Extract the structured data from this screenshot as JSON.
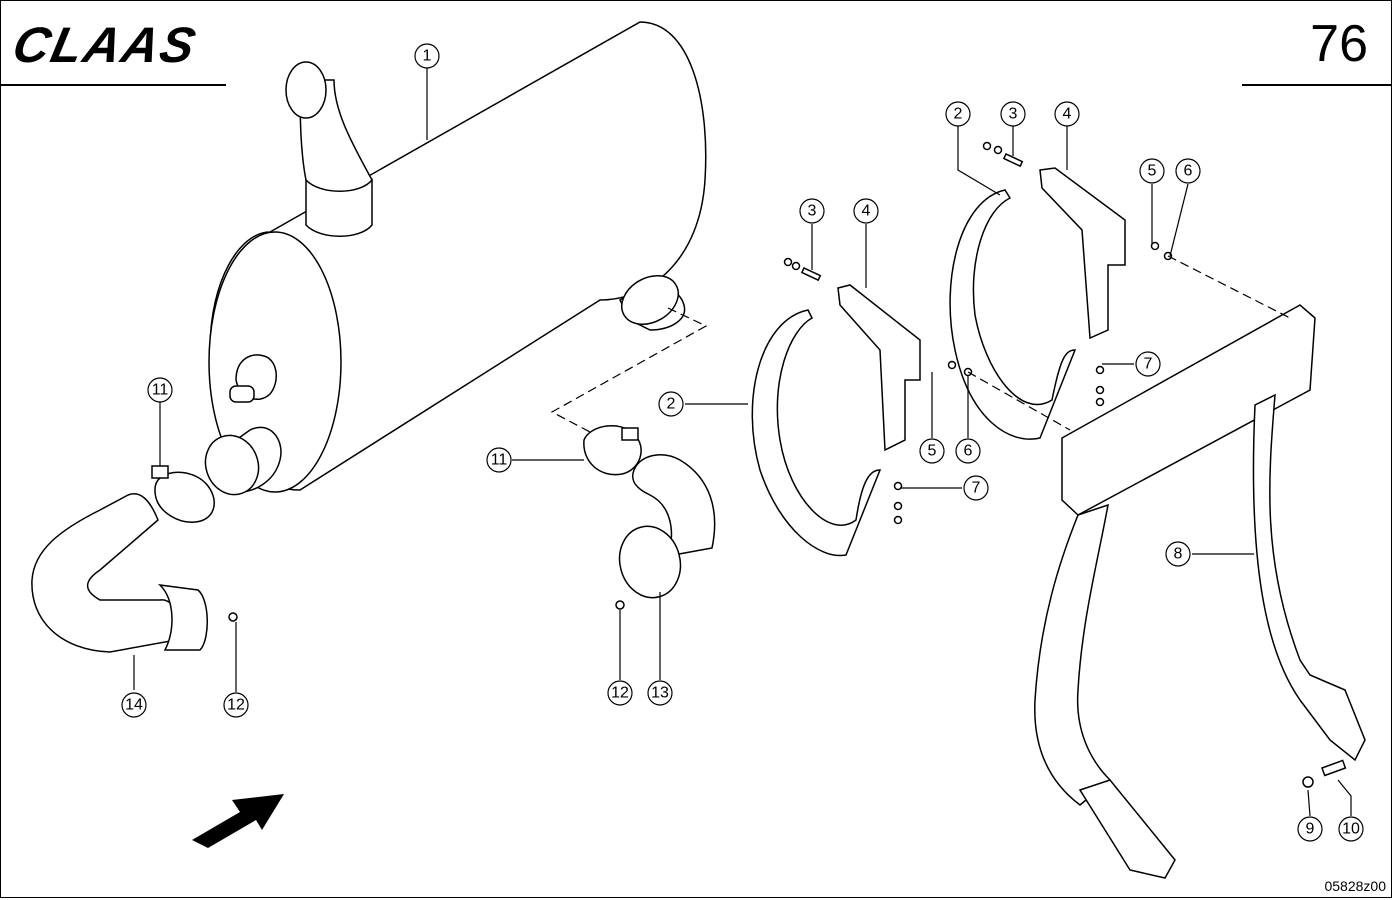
{
  "header": {
    "logo_text": "CLAAS",
    "page_number": "76"
  },
  "footer": {
    "drawing_code": "05828z00"
  },
  "callouts": [
    {
      "id": "c1",
      "label": "1"
    },
    {
      "id": "c2a",
      "label": "2"
    },
    {
      "id": "c2b",
      "label": "2"
    },
    {
      "id": "c3a",
      "label": "3"
    },
    {
      "id": "c3b",
      "label": "3"
    },
    {
      "id": "c4a",
      "label": "4"
    },
    {
      "id": "c4b",
      "label": "4"
    },
    {
      "id": "c5a",
      "label": "5"
    },
    {
      "id": "c5b",
      "label": "5"
    },
    {
      "id": "c6a",
      "label": "6"
    },
    {
      "id": "c6b",
      "label": "6"
    },
    {
      "id": "c7a",
      "label": "7"
    },
    {
      "id": "c7b",
      "label": "7"
    },
    {
      "id": "c8",
      "label": "8"
    },
    {
      "id": "c9",
      "label": "9"
    },
    {
      "id": "c10",
      "label": "10"
    },
    {
      "id": "c11a",
      "label": "11"
    },
    {
      "id": "c11b",
      "label": "11"
    },
    {
      "id": "c12a",
      "label": "12"
    },
    {
      "id": "c12b",
      "label": "12"
    },
    {
      "id": "c13",
      "label": "13"
    },
    {
      "id": "c14",
      "label": "14"
    }
  ],
  "icons": {
    "direction_arrow": "forward-arrow-icon"
  }
}
